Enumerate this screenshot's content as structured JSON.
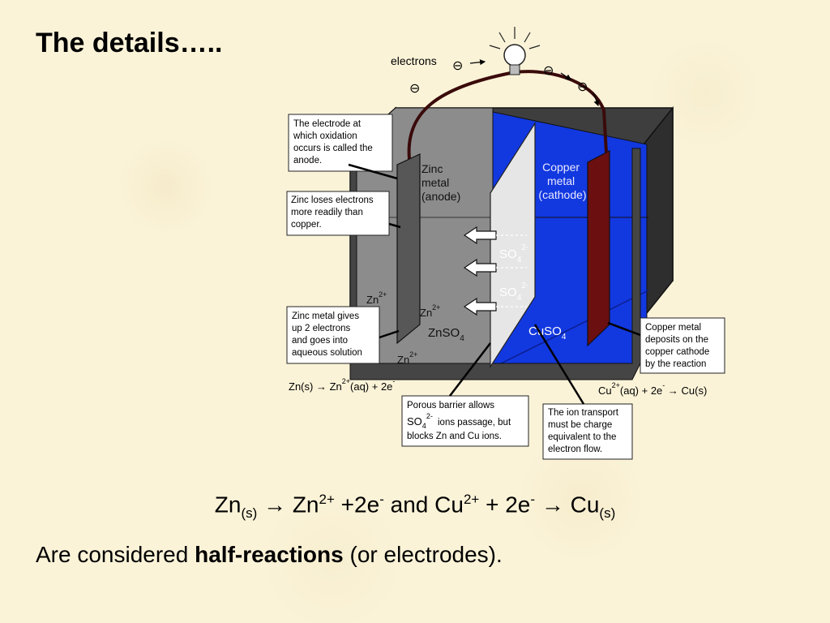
{
  "slide": {
    "title": "The details…..",
    "equation": {
      "zn": "Zn",
      "zn_sub": "(s)",
      "arrow1": " → ",
      "zn2": "Zn",
      "zn2_sup": "2+",
      "plus2e": " +2e",
      "e_sup1": "-",
      "and": " and ",
      "cu": "Cu",
      "cu_sup": "2+",
      "plus2e_b": " + 2e",
      "e_sup2": "-",
      "arrow2": " → ",
      "cu_s": "Cu",
      "cu_sub": "(s)"
    },
    "caption": {
      "before": "Are considered ",
      "bold": "half-reactions",
      "after": " (or electrodes)."
    }
  },
  "diagram": {
    "colors": {
      "tank": "#454545",
      "left_solution": "#8c8c8c",
      "right_solution": "#1238e0",
      "barrier": "#e6e6e6",
      "zinc": "#575757",
      "copper": "#6b0f10",
      "wire": "#3a0a0a"
    },
    "electrons_label": "electrons",
    "electron_symbol": "⊖",
    "anode_label": [
      "Zinc",
      "metal",
      "(anode)"
    ],
    "cathode_label": [
      "Copper",
      "metal",
      "(cathode)"
    ],
    "left_ion": {
      "base": "Zn",
      "sup": "2+"
    },
    "inner_ion": {
      "base": "Zn",
      "sup": "2+"
    },
    "bottom_ion": {
      "base": "Zn",
      "sup": "2+"
    },
    "sulfate": {
      "base": "SO",
      "sub": "4",
      "sup": "2-"
    },
    "left_solution_label": {
      "base": "ZnSO",
      "sub": "4"
    },
    "right_solution_label": {
      "base": "CuSO",
      "sub": "4"
    },
    "callouts": {
      "anode_def": [
        "The electrode at",
        "which oxidation",
        "occurs is called the",
        "anode."
      ],
      "zinc_loses": [
        "Zinc loses electrons",
        "more readily than",
        "copper."
      ],
      "zinc_gives": [
        "Zinc metal gives",
        "up 2 electrons",
        "and goes into",
        "aqueous solution"
      ],
      "copper_deposits": [
        "Copper metal",
        "deposits on the",
        "copper cathode",
        "by the reaction"
      ],
      "porous_barrier": [
        "Porous barrier allows",
        "ions passage, but",
        "blocks Zn and Cu ions."
      ],
      "ion_transport": [
        "The ion transport",
        "must be charge",
        "equivalent to the",
        "electron flow."
      ]
    },
    "porous_sulfate": {
      "base": "SO",
      "sub": "4",
      "sup": "2-"
    },
    "anode_reaction": {
      "a": "Zn(s)",
      "b": "Zn",
      "sup": "2+",
      "c": "(aq) + 2e",
      "e_sup": "-"
    },
    "cathode_reaction": {
      "a": "Cu",
      "sup": "2+",
      "b": "(aq) + 2e",
      "e_sup": "-",
      "c": "Cu(s)"
    }
  }
}
